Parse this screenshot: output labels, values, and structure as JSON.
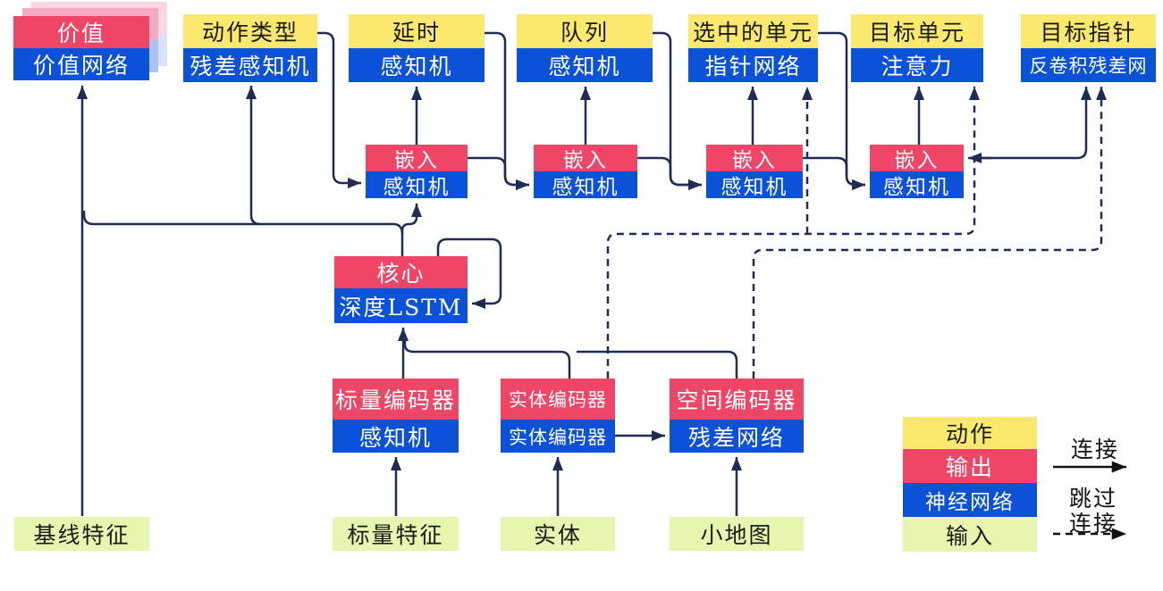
{
  "colors": {
    "action_yellow": "#fae96e",
    "output_red": "#ef4566",
    "network_blue": "#0b52d8",
    "input_green": "#e6f6ae",
    "line_navy": "#202c55"
  },
  "boxes": {
    "value": {
      "top": "价值",
      "bottom": "价值网络"
    },
    "action_type": {
      "top": "动作类型",
      "bottom": "残差感知机"
    },
    "delay": {
      "top": "延时",
      "bottom": "感知机"
    },
    "queue": {
      "top": "队列",
      "bottom": "感知机"
    },
    "selected_units": {
      "top": "选中的单元",
      "bottom": "指针网络"
    },
    "target_unit": {
      "top": "目标单元",
      "bottom": "注意力"
    },
    "target_point": {
      "top": "目标指针",
      "bottom": "反卷积残差网"
    },
    "embed1": {
      "top": "嵌入",
      "bottom": "感知机"
    },
    "embed2": {
      "top": "嵌入",
      "bottom": "感知机"
    },
    "embed3": {
      "top": "嵌入",
      "bottom": "感知机"
    },
    "embed4": {
      "top": "嵌入",
      "bottom": "感知机"
    },
    "core": {
      "top": "核心",
      "bottom": "深度LSTM"
    },
    "scalar_encoder": {
      "top": "标量编码器",
      "bottom": "感知机"
    },
    "entity_encoder": {
      "top": "实体编码器",
      "bottom": "实体编码器"
    },
    "spatial_encoder": {
      "top": "空间编码器",
      "bottom": "残差网络"
    }
  },
  "inputs": {
    "baseline": "基线特征",
    "scalar": "标量特征",
    "entity": "实体",
    "minimap": "小地图"
  },
  "legend": {
    "action": "动作",
    "output": "输出",
    "network": "神经网络",
    "input": "输入",
    "connection": "连接",
    "skip_line1": "跳过",
    "skip_line2": "连接"
  }
}
